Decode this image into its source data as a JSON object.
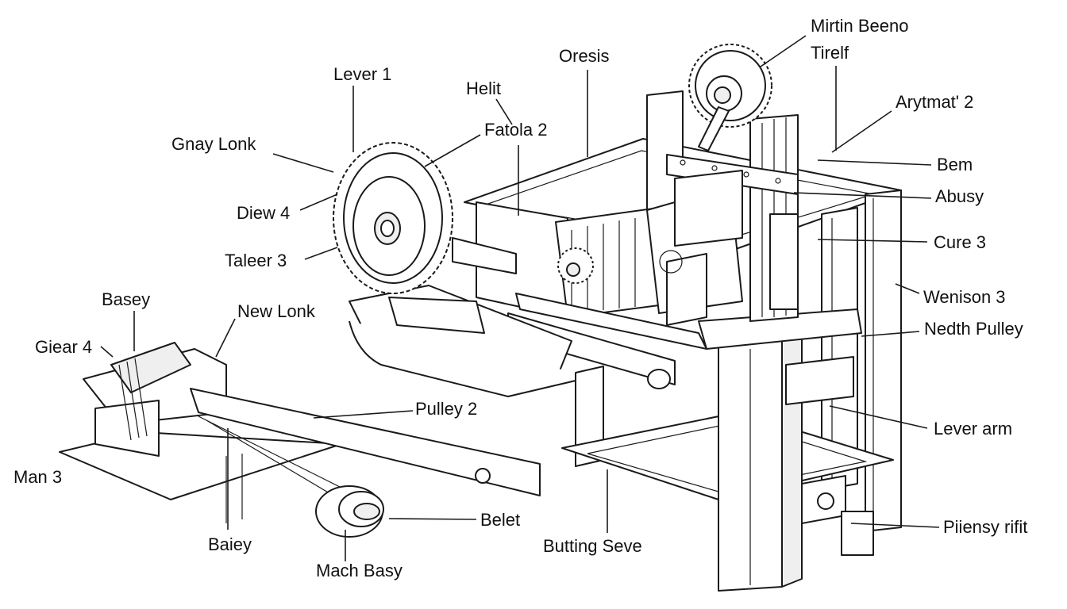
{
  "labels": {
    "lever_1": "Lever 1",
    "gnay_lonk": "Gnay Lonk",
    "diew_4": "Diew 4",
    "taleer_3": "Taleer 3",
    "basey": "Basey",
    "gear_4": "Giear 4",
    "new_lonk": "New Lonk",
    "man_3": "Man 3",
    "baiey": "Baiey",
    "mach_basy": "Mach Basy",
    "helit": "Helit",
    "fatola_2": "Fatola 2",
    "oresis": "Oresis",
    "pulley_2": "Pulley 2",
    "belet": "Belet",
    "butting_seve": "Butting Seve",
    "mirtin_beeno": "Mirtin Beeno",
    "tirelf": "Tirelf",
    "arytmat_2": "Arytmat' 2",
    "bem": "Bem",
    "abusy": "Abusy",
    "cure_3": "Cure 3",
    "wenison_3": "Wenison 3",
    "nedth_pulley": "Nedth Pulley",
    "lever_arm": "Lever arm",
    "piiensy_rifit": "Piiensy rifit"
  }
}
